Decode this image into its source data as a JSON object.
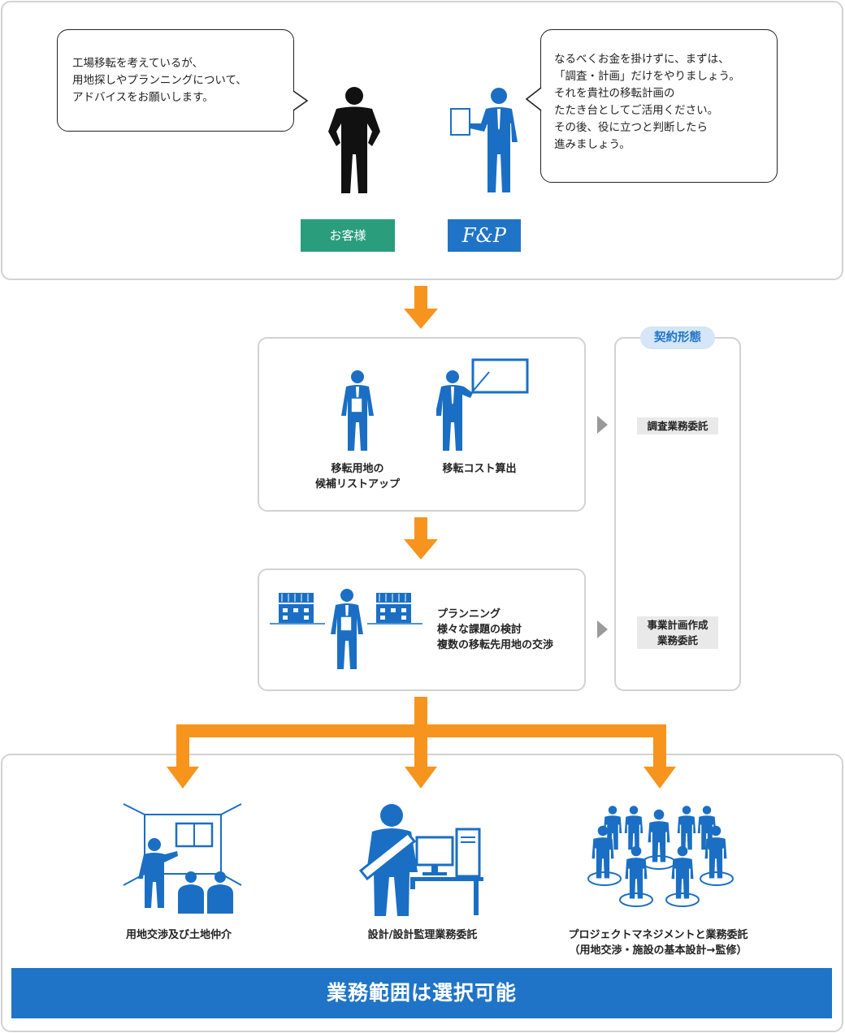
{
  "colors": {
    "accent_blue": "#1f74c8",
    "figure_blue": "#1a6fc4",
    "orange": "#f7941d",
    "green": "#2a9d7d",
    "black": "#111111",
    "panel_border": "#d2d2d2",
    "chip_bg": "#e9e9e9",
    "contract_tag_bg": "#d4e6f7"
  },
  "top": {
    "customer_bubble": [
      "工場移転を考えているが、",
      "用地探しやプランニングについて、",
      "アドバイスをお願いします。"
    ],
    "fp_bubble": [
      "なるべくお金を掛けずに、まずは、",
      "「調査・計画」だけをやりましょう。",
      "それを貴社の移転計画の",
      "たたき台としてご活用ください。",
      "その後、役に立つと判断したら",
      "進みましょう。"
    ],
    "customer_badge": "お客様",
    "fp_badge": "F&P"
  },
  "phase1": {
    "item1": [
      "移転用地の",
      "候補リストアップ"
    ],
    "item2": "移転コスト算出"
  },
  "phase2": {
    "lines": [
      "プランニング",
      "様々な課題の検討",
      "複数の移転先用地の交渉"
    ]
  },
  "contract": {
    "title": "契約形態",
    "survey": "調査業務委託",
    "plan": [
      "事業計画作成",
      "業務委託"
    ]
  },
  "bottom": {
    "option1": "用地交渉及び土地仲介",
    "option2": "設計/設計監理業務委託",
    "option3": [
      "プロジェクトマネジメントと業務委託",
      "（用地交渉・施設の基本設計→監修）"
    ],
    "banner": "業務範囲は選択可能"
  }
}
